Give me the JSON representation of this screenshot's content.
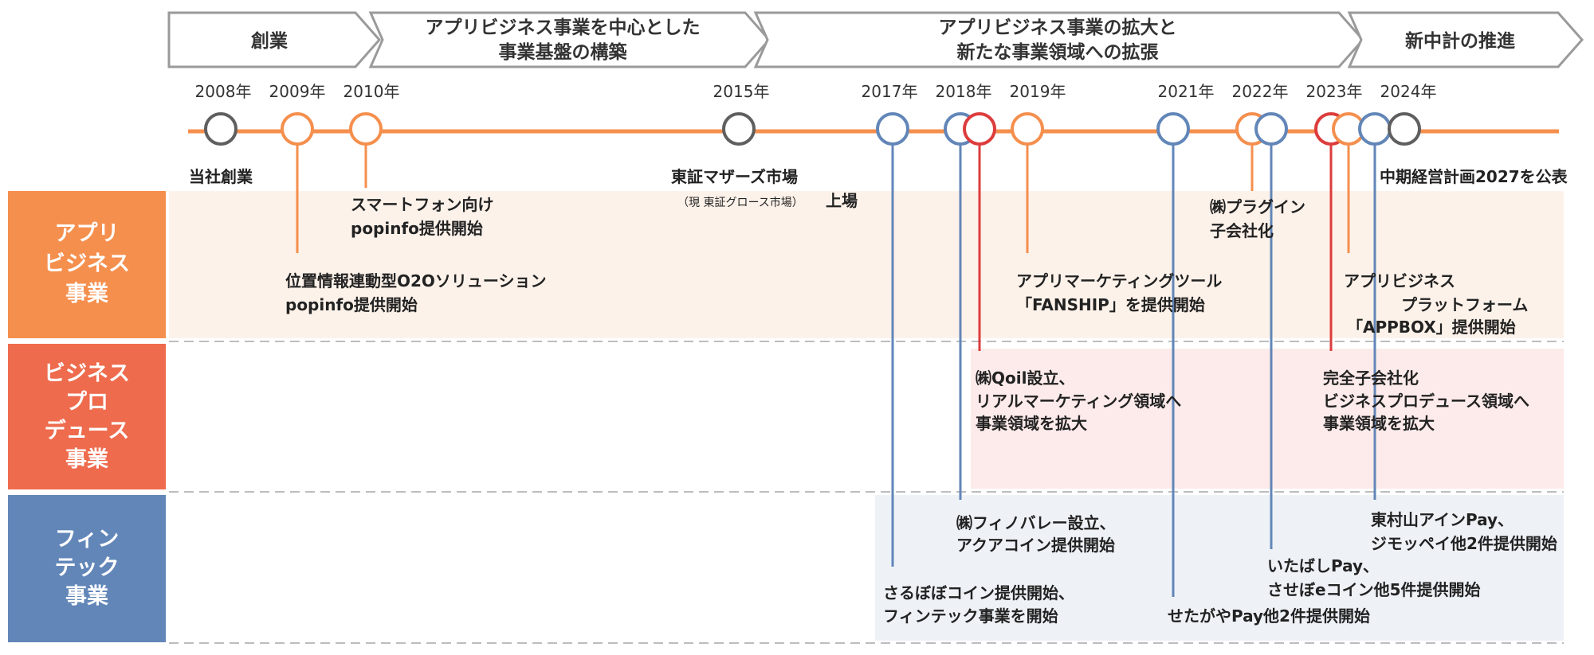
{
  "phases": [
    {
      "line1": "創業",
      "line2": ""
    },
    {
      "line1": "アプリビジネス事業を中心とした",
      "line2": "事業基盤の構築"
    },
    {
      "line1": "アプリビジネス事業の拡大と",
      "line2": "新たな事業領域への拡張"
    },
    {
      "line1": "新中計の推進",
      "line2": ""
    }
  ],
  "years": [
    "2008年",
    "2009年",
    "2010年",
    "2015年",
    "2017年",
    "2018年",
    "2019年",
    "2021年",
    "2022年",
    "2023年",
    "2024年"
  ],
  "lanes": [
    {
      "line1": "アプリ",
      "line2": "ビジネス",
      "line3": "事業",
      "color": "#F58F4E"
    },
    {
      "line1": "ビジネス",
      "line2": "プロ",
      "line3": "デュース",
      "line4": "事業",
      "color": "#EE6B4D"
    },
    {
      "line1": "フィン",
      "line2": "テック",
      "line3": "事業",
      "color": "#6286B8"
    }
  ],
  "events": {
    "founding": "当社創業",
    "popinfo_a": "スマートフォン向け",
    "popinfo_b": "popinfo提供開始",
    "o2o_a": "位置情報連動型O2Oソリューション",
    "o2o_b": "popinfo提供開始",
    "listing_a": "東証マザーズ市場",
    "listing_b": "（現 東証グロース市場）",
    "listing_c": "上場",
    "plugin_a": "㈱プラグイン",
    "plugin_b": "子会社化",
    "fanship_a": "アプリマーケティングツール",
    "fanship_b": "「FANSHIP」を提供開始",
    "appbox_a": "アプリビジネス",
    "appbox_b": "プラットフォーム",
    "appbox_c": "「APPBOX」提供開始",
    "plan": "中期経営計画2027を公表",
    "qoil_a": "㈱Qoil設立、",
    "qoil_b": "リアルマーケティング領域へ",
    "qoil_c": "事業領域を拡大",
    "sub_a": "完全子会社化",
    "sub_b": "ビジネスプロデュース領域へ",
    "sub_c": "事業領域を拡大",
    "finno_a": "㈱フィノバレー設立、",
    "finno_b": "アクアコイン提供開始",
    "saru_a": "さるぼぼコイン提供開始、",
    "saru_b": "フィンテック事業を開始",
    "setagaya": "せたがやPay他2件提供開始",
    "itabashi_a": "いたばしPay、",
    "itabashi_b": "させぼeコイン他5件提供開始",
    "higashi_a": "東村山アインPay、",
    "higashi_b": "ジモッペイ他2件提供開始"
  },
  "colors": {
    "orange": "#F58F4E",
    "gray": "#5F5F5F",
    "blue": "#6286B8",
    "red": "#DD3C3C",
    "bg_app": "#FDF2EA",
    "bg_produce": "#FCEBEA",
    "bg_fintech": "#EEF2F7"
  }
}
